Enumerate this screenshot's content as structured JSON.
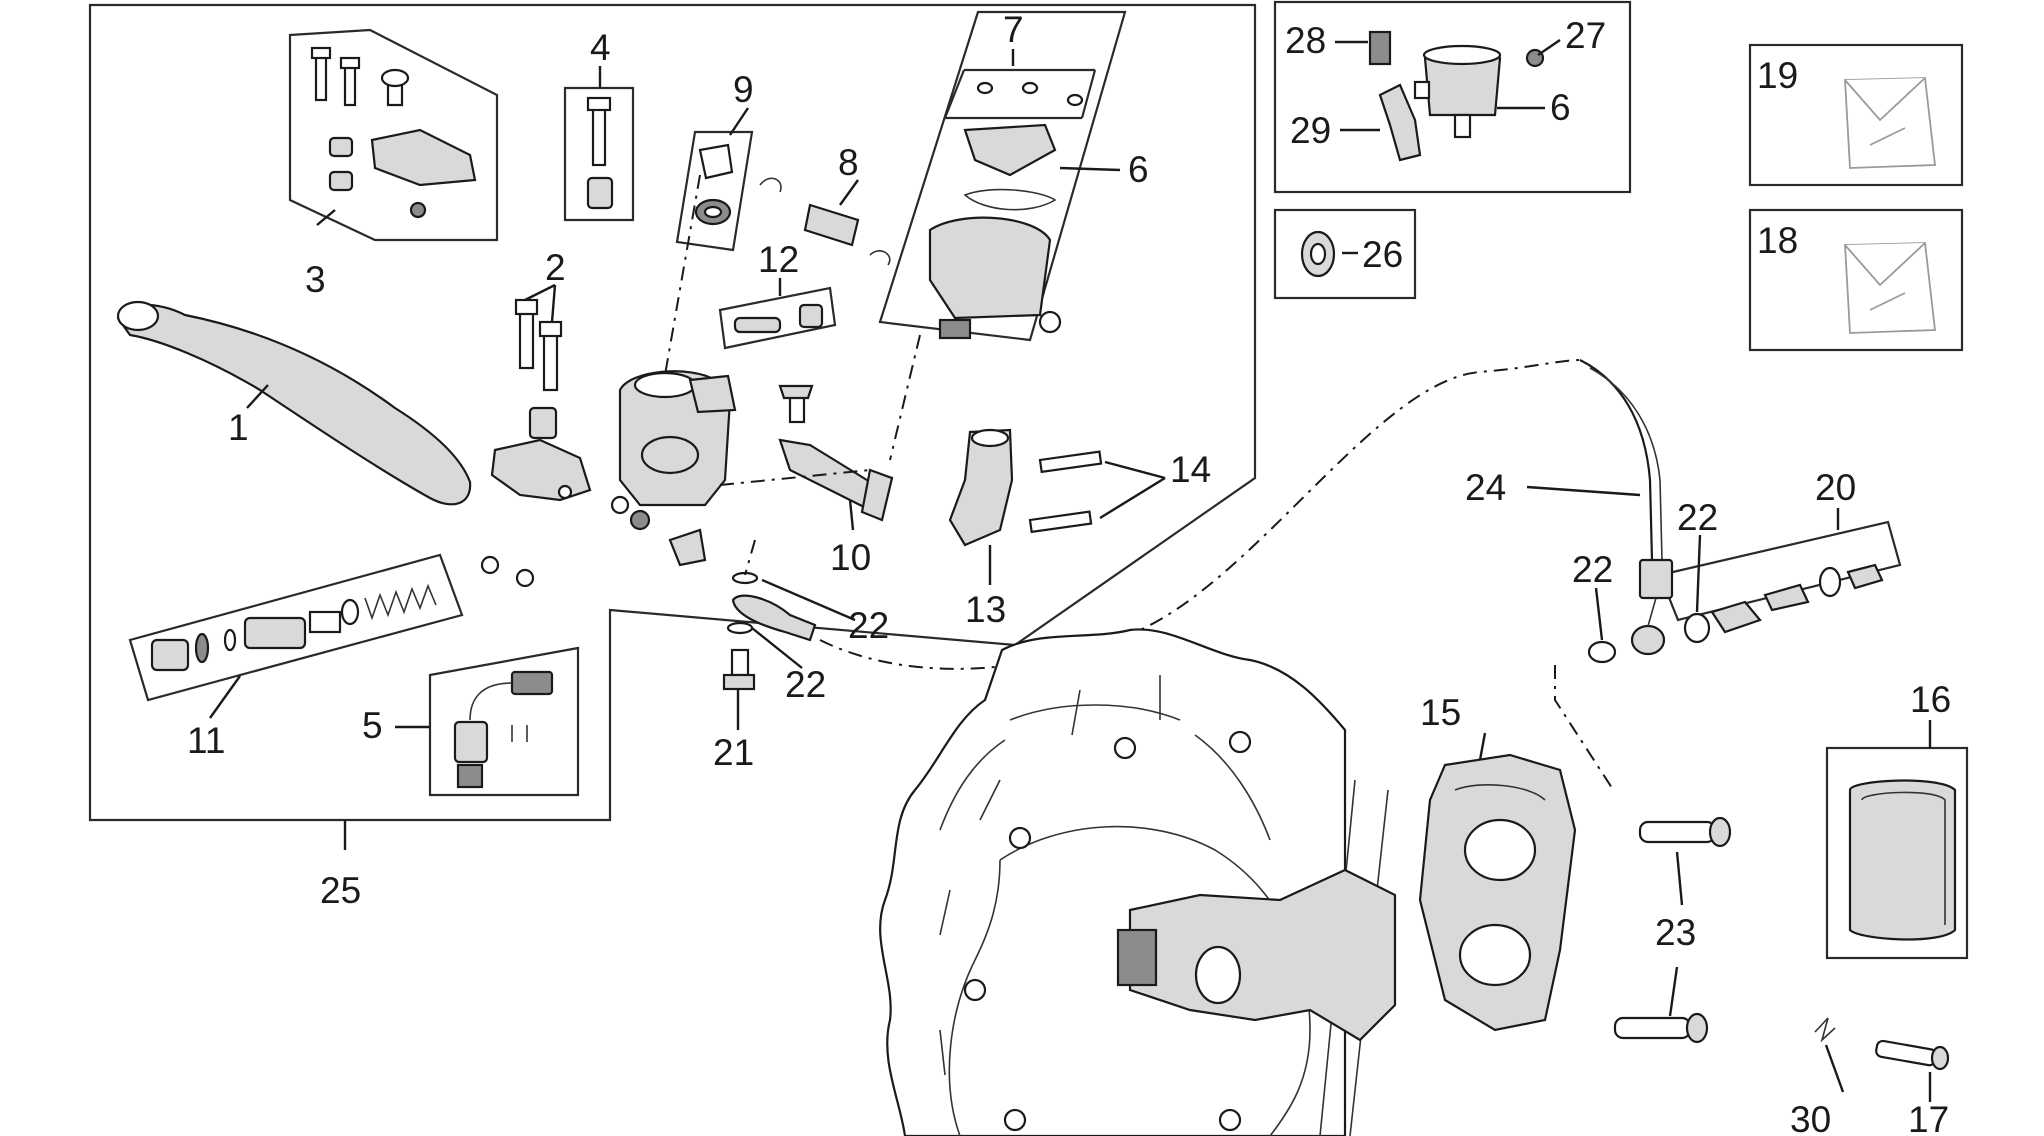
{
  "diagram": {
    "callouts": {
      "c1": "1",
      "c2": "2",
      "c3": "3",
      "c4": "4",
      "c5": "5",
      "c6a": "6",
      "c6b": "6",
      "c7": "7",
      "c8": "8",
      "c9": "9",
      "c10": "10",
      "c11": "11",
      "c12": "12",
      "c13": "13",
      "c14": "14",
      "c15": "15",
      "c16": "16",
      "c17": "17",
      "c18": "18",
      "c19": "19",
      "c20": "20",
      "c21": "21",
      "c22a": "22",
      "c22b": "22",
      "c22c": "22",
      "c22d": "22",
      "c23": "23",
      "c24": "24",
      "c25": "25",
      "c26": "26",
      "c27": "27",
      "c28": "28",
      "c29": "29",
      "c30": "30"
    }
  }
}
